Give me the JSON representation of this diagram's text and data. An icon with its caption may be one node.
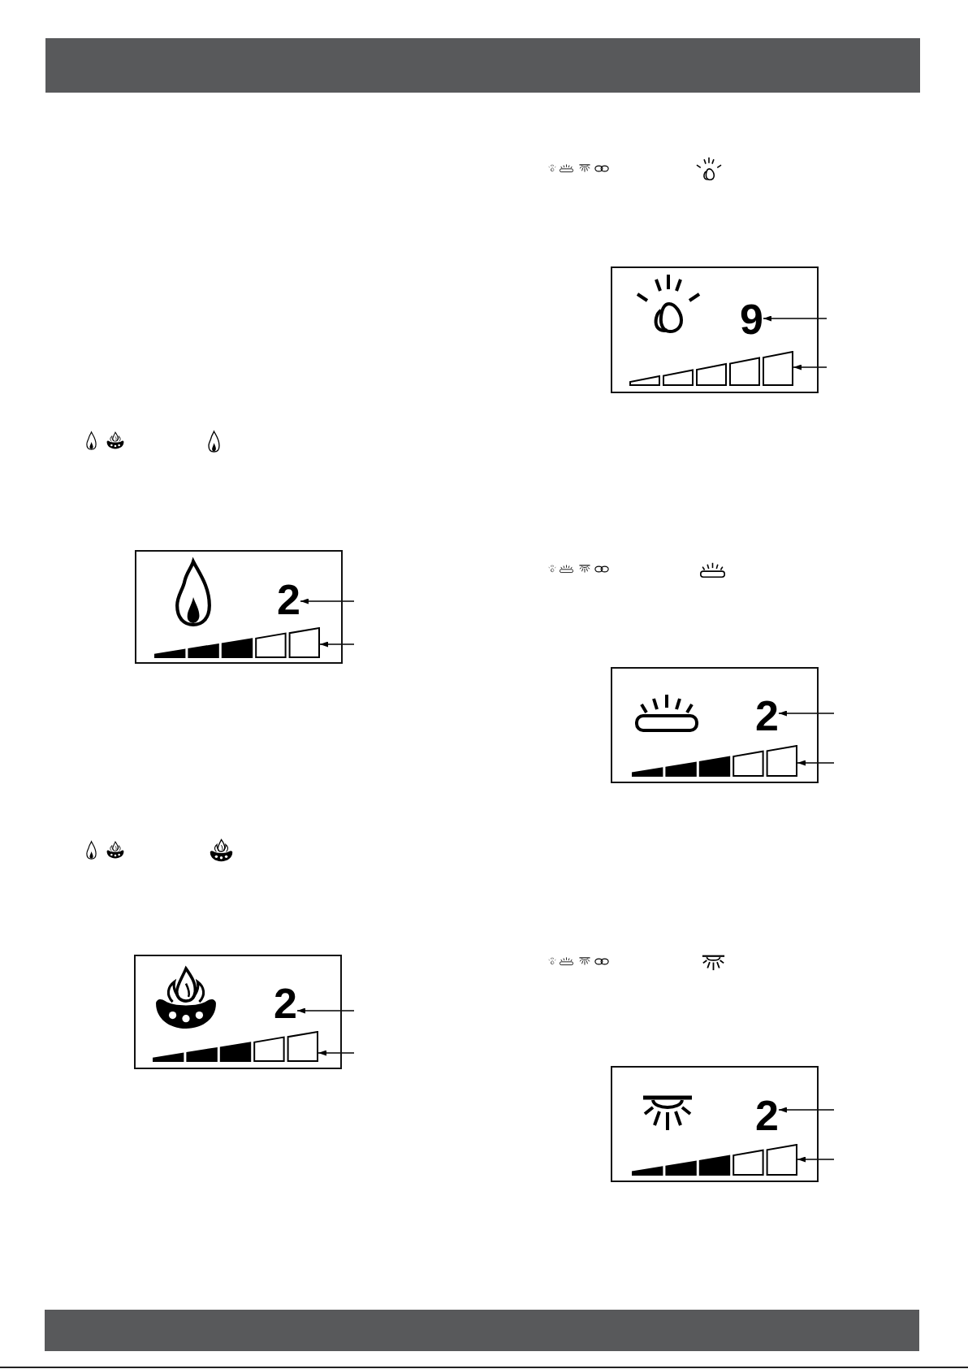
{
  "diagram": {
    "nodes": [
      {
        "text": [],
        "shape": "box"
      },
      {
        "text": [
          "2"
        ],
        "in": 0
      },
      {
        "text": [],
        "shape": "bar",
        "in": 0
      },
      {
        "text": [],
        "shape": "box"
      },
      {
        "text": [
          "2"
        ],
        "in": 3
      },
      {
        "text": [],
        "shape": "bar",
        "in": 3
      },
      {
        "text": [],
        "shape": "box"
      },
      {
        "text": [
          "9"
        ],
        "in": 6
      },
      {
        "text": [],
        "shape": "bar",
        "in": 6
      },
      {
        "text": [],
        "shape": "box"
      },
      {
        "text": [
          "2"
        ],
        "in": 9
      },
      {
        "text": [],
        "shape": "bar",
        "in": 9
      },
      {
        "text": [],
        "shape": "box"
      },
      {
        "text": [
          "2"
        ],
        "in": 12
      },
      {
        "text": [],
        "shape": "bar",
        "in": 12
      }
    ],
    "edges": [
      {
        "from": null,
        "to": 1,
        "arrow": "to"
      },
      {
        "from": null,
        "to": 2,
        "arrow": "to"
      },
      {
        "from": null,
        "to": 4,
        "arrow": "to"
      },
      {
        "from": null,
        "to": 5,
        "arrow": "to"
      },
      {
        "from": null,
        "to": 7,
        "arrow": "to"
      },
      {
        "from": null,
        "to": 8,
        "arrow": "to"
      },
      {
        "from": null,
        "to": 10,
        "arrow": "to"
      },
      {
        "from": null,
        "to": 11,
        "arrow": "to"
      },
      {
        "from": null,
        "to": 13,
        "arrow": "to"
      },
      {
        "from": null,
        "to": 14,
        "arrow": "to"
      }
    ]
  }
}
